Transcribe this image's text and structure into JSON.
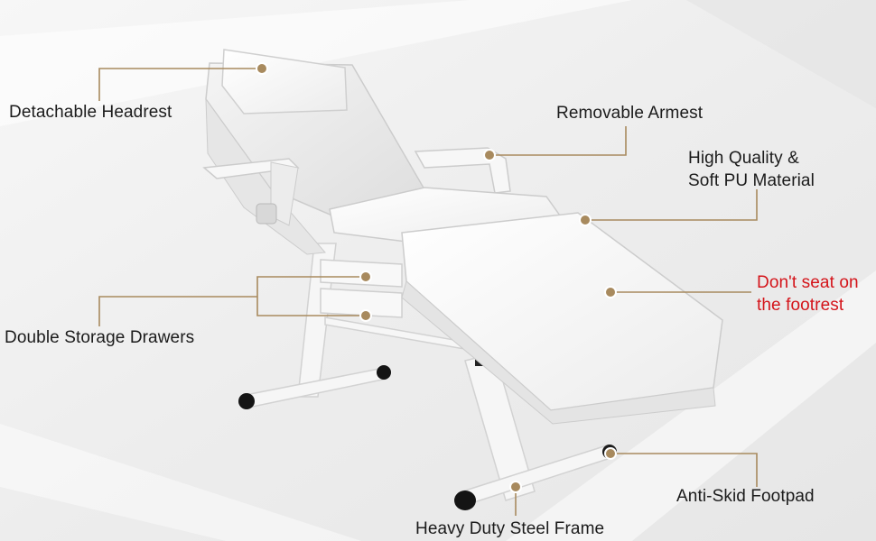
{
  "colors": {
    "accent": "#a88a5e",
    "text": "#1b1b1b",
    "warning": "#d4141a"
  },
  "callouts": {
    "headrest": "Detachable Headrest",
    "armrest": "Removable Armest",
    "material_line1": "High Quality &",
    "material_line2": "Soft PU Material",
    "footrest_warning_line1": "Don't seat on",
    "footrest_warning_line2": "the footrest",
    "drawers": "Double Storage Drawers",
    "footpad": "Anti-Skid Footpad",
    "frame": "Heavy Duty Steel Frame"
  }
}
